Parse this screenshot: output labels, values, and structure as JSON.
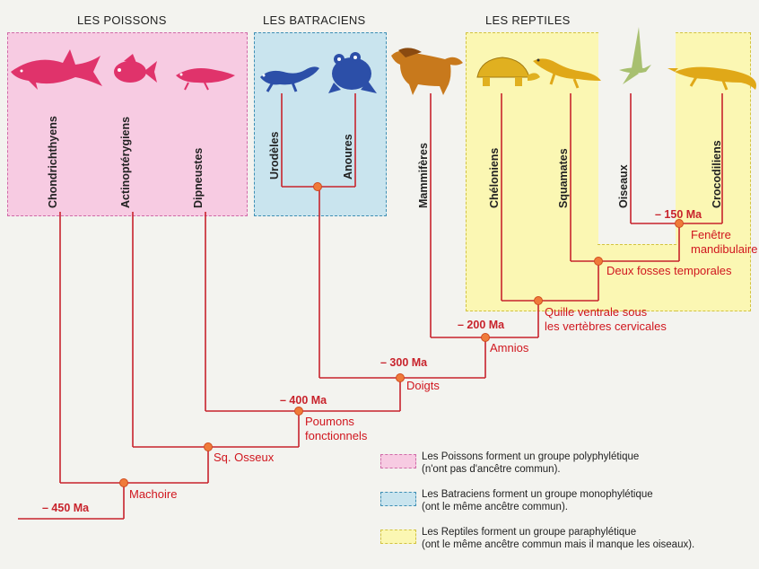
{
  "groups": {
    "poissons": {
      "title": "LES POISSONS",
      "color": "#f7c9e3",
      "border": "#d06aa8"
    },
    "batraciens": {
      "title": "LES BATRACIENS",
      "color": "#c7e4ee",
      "border": "#3f8fb4"
    },
    "reptiles": {
      "title": "LES REPTILES",
      "color": "#fbf6b0",
      "border": "#d2c340"
    }
  },
  "taxa": {
    "chondrichthyens": "Chondrichthyens",
    "actinopterygiens": "Actinoptérygiens",
    "dipneustes": "Dipneustes",
    "urodeles": "Urodèles",
    "anoures": "Anoures",
    "mammiferes": "Mammifères",
    "cheloniens": "Chéloniens",
    "squamates": "Squamates",
    "oiseaux": "Oiseaux",
    "crocodiliens": "Crocodiliens"
  },
  "dates": {
    "d450": "– 450 Ma",
    "d400": "– 400 Ma",
    "d300": "– 300 Ma",
    "d200": "– 200 Ma",
    "d150": "– 150 Ma"
  },
  "characters": {
    "machoire": "Machoire",
    "sq_osseux": "Sq. Osseux",
    "poumons_1": "Poumons",
    "poumons_2": "fonctionnels",
    "doigts": "Doigts",
    "amnios": "Amnios",
    "quille_1": "Quille ventrale sous",
    "quille_2": "les vertèbres cervicales",
    "fosses": "Deux fosses temporales",
    "fenetre_1": "Fenêtre",
    "fenetre_2": "mandibulaire"
  },
  "legend": {
    "poissons_1": "Les Poissons forment un groupe polyphylétique",
    "poissons_2": "(n'ont pas d'ancêtre commun).",
    "batraciens_1": "Les Batraciens forment un groupe monophylétique",
    "batraciens_2": "(ont le même ancêtre commun).",
    "reptiles_1": "Les Reptiles forment un groupe paraphylétique",
    "reptiles_2": "(ont le même ancêtre commun mais il manque les oiseaux)."
  },
  "colors": {
    "tree_line": "#c8232c",
    "node": "#ef7b3a",
    "shark": "#e0336b",
    "fish": "#e0336b",
    "lungfish": "#e0336b",
    "salamander": "#2c4fa8",
    "frog": "#2c4fa8",
    "horse": "#c8791c",
    "turtle": "#e0b020",
    "lizard": "#e0a818",
    "bird": "#a8c070",
    "croc": "#e0a818"
  }
}
